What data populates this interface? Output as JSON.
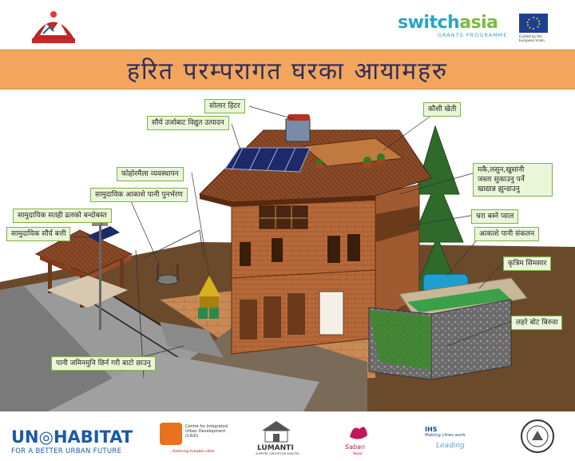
{
  "header": {
    "title": "हरित परम्परागत घरका आयामहरु",
    "switchasia_brand": "switch",
    "switchasia_brand_bold": "asia",
    "switchasia_sub": "GRANTS PROGRAMME",
    "eu_caption": "Funded by the European Union"
  },
  "callouts": {
    "solar_heater": "सोलार हिटर",
    "solar_power": "सौर्य उर्जाबाट विद्युत उत्पादन",
    "rooftop_farming": "कौशी खेती",
    "waste_management": "फोहोरमैला व्यवस्थापन",
    "rainwater_recharge": "सामुदायिक आकाशे पानी पुनर्भरण",
    "community_surface": "सामुदायिक सतही ढलको बन्दोबस्त",
    "community_solar_light": "सामुदायिक सौर्य बत्ती",
    "drying_line1": "मकै,लसुन,खुसांनी",
    "drying_line2": "जस्ता सुकाउनु पर्ने",
    "drying_line3": "खाद्यान्न  झुन्डाउनु",
    "bird_nest": "चरा बस्ने प्वाल",
    "rainwater_collection": "आकाशे पानी संकलन",
    "artificial_wetland": "कृत्रिम सिमसार",
    "creeper_plants": "लहरे बोट बिरुवा",
    "permeable_paving": "पानी जमिनमुनि छिर्न गरी बाटो छाउनु"
  },
  "footer": {
    "un_habitat_brand": "UN◎HABITAT",
    "un_habitat_sub": "FOR A BETTER URBAN FUTURE",
    "ciud_text": "Centre for Integrated Urban Development (CIUD)",
    "ciud_tag": "...fostering liveable cities",
    "lumanti_name": "LUMANTI",
    "lumanti_sub": "SUPPORT GROUP FOR SHELTER",
    "saban_name": "Saban",
    "saban_sub": "Nepal",
    "ihs_name": "IHS",
    "ihs_sub": "Making cities work",
    "ihs_tag": "Leading"
  },
  "colors": {
    "title_band": "#f3a55e",
    "callout_bg": "#eaf6d8",
    "callout_border": "#7fb04a",
    "ground": "#6b4a2b",
    "road": "#9a9a9a"
  }
}
